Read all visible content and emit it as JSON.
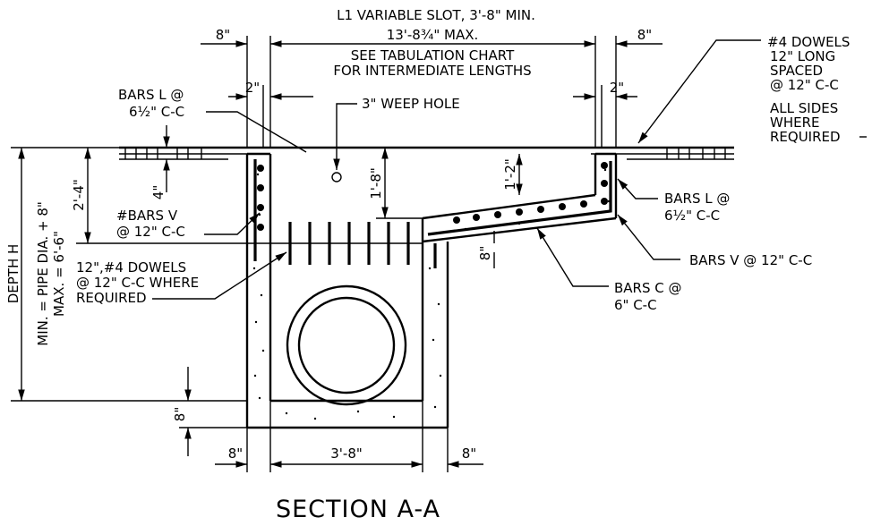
{
  "labels": {
    "l1_slot": "L1 VARIABLE SLOT, 3'-8\" MIN.",
    "dim_8_top_left": "8\"",
    "dim_max": "13'-8¾\" MAX.",
    "dim_8_top_right": "8\"",
    "tab_chart_1": "SEE TABULATION CHART",
    "tab_chart_2": "FOR INTERMEDIATE LENGTHS",
    "dim_2_left": "2\"",
    "dim_2_right": "2\"",
    "weep_hole": "3\" WEEP HOLE",
    "bars_l_left_1": "BARS L @",
    "bars_l_left_2": "6½\" C-C",
    "dowels_4_1": "#4 DOWELS",
    "dowels_4_2": "12\" LONG",
    "dowels_4_3": "SPACED",
    "dowels_4_4": "@ 12\" C-C",
    "dowels_4_5": "ALL SIDES",
    "dowels_4_6": "WHERE",
    "dowels_4_7": "REQUIRED",
    "dim_2_4": "2'-4\"",
    "dim_4": "4\"",
    "dim_1_8": "1'-8\"",
    "dim_1_2": "1'-2\"",
    "bars_v_left_1": "#BARS V",
    "bars_v_left_2": "@ 12\" C-C",
    "bars_l_right_1": "BARS L @",
    "bars_l_right_2": "6½\" C-C",
    "dim_8_mid": "8\"",
    "bars_v_right": "BARS V @ 12\" C-C",
    "dowels_12_1": "12\",#4 DOWELS",
    "dowels_12_2": "@ 12\" C-C WHERE",
    "dowels_12_3": "REQUIRED",
    "bars_c_1": "BARS C @",
    "bars_c_2": "6\" C-C",
    "depth_h": "DEPTH H",
    "depth_min": "MIN. = PIPE DIA. + 8\"",
    "depth_max": "MAX. = 6'-6\"",
    "dim_8_floor": "8\"",
    "dim_8_bottom_left": "8\"",
    "dim_3_8": "3'-8\"",
    "dim_8_bottom_right": "8\"",
    "section_title": "SECTION A-A"
  }
}
